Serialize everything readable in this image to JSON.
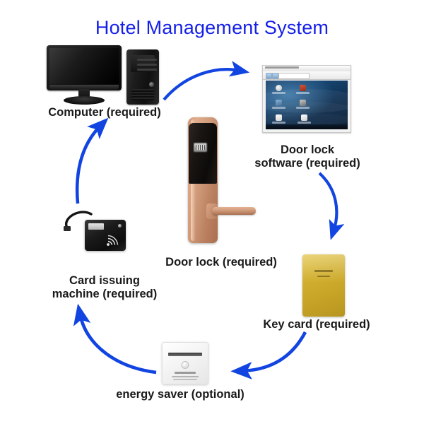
{
  "page": {
    "title": "Hotel Management System",
    "title_color": "#1520e8",
    "background_color": "#ffffff",
    "arrow_color": "#1144e0",
    "label_color": "#1a1a1a"
  },
  "nodes": [
    {
      "id": "computer",
      "icon": "desktop-computer-icon",
      "label": "Computer (required)",
      "requirement": "required"
    },
    {
      "id": "door-lock-software",
      "icon": "desktop-screenshot-icon",
      "label": "Door lock\nsoftware (required)",
      "requirement": "required"
    },
    {
      "id": "door-lock",
      "icon": "door-lock-icon",
      "label": "Door lock (required)",
      "requirement": "required"
    },
    {
      "id": "key-card",
      "icon": "key-card-icon",
      "label": "Key card (required)",
      "requirement": "required"
    },
    {
      "id": "card-issuing-machine",
      "icon": "card-encoder-icon",
      "label": "Card issuing\nmachine (required)",
      "requirement": "required"
    },
    {
      "id": "energy-saver",
      "icon": "energy-saver-switch-icon",
      "label": "energy saver (optional)",
      "requirement": "optional"
    }
  ],
  "flow": [
    {
      "from": "computer",
      "to": "door-lock-software",
      "direction": "right"
    },
    {
      "from": "door-lock-software",
      "to": "key-card",
      "direction": "down"
    },
    {
      "from": "key-card",
      "to": "energy-saver",
      "direction": "down-left"
    },
    {
      "from": "energy-saver",
      "to": "card-issuing-machine",
      "direction": "up-left"
    },
    {
      "from": "card-issuing-machine",
      "to": "computer",
      "direction": "up"
    }
  ]
}
